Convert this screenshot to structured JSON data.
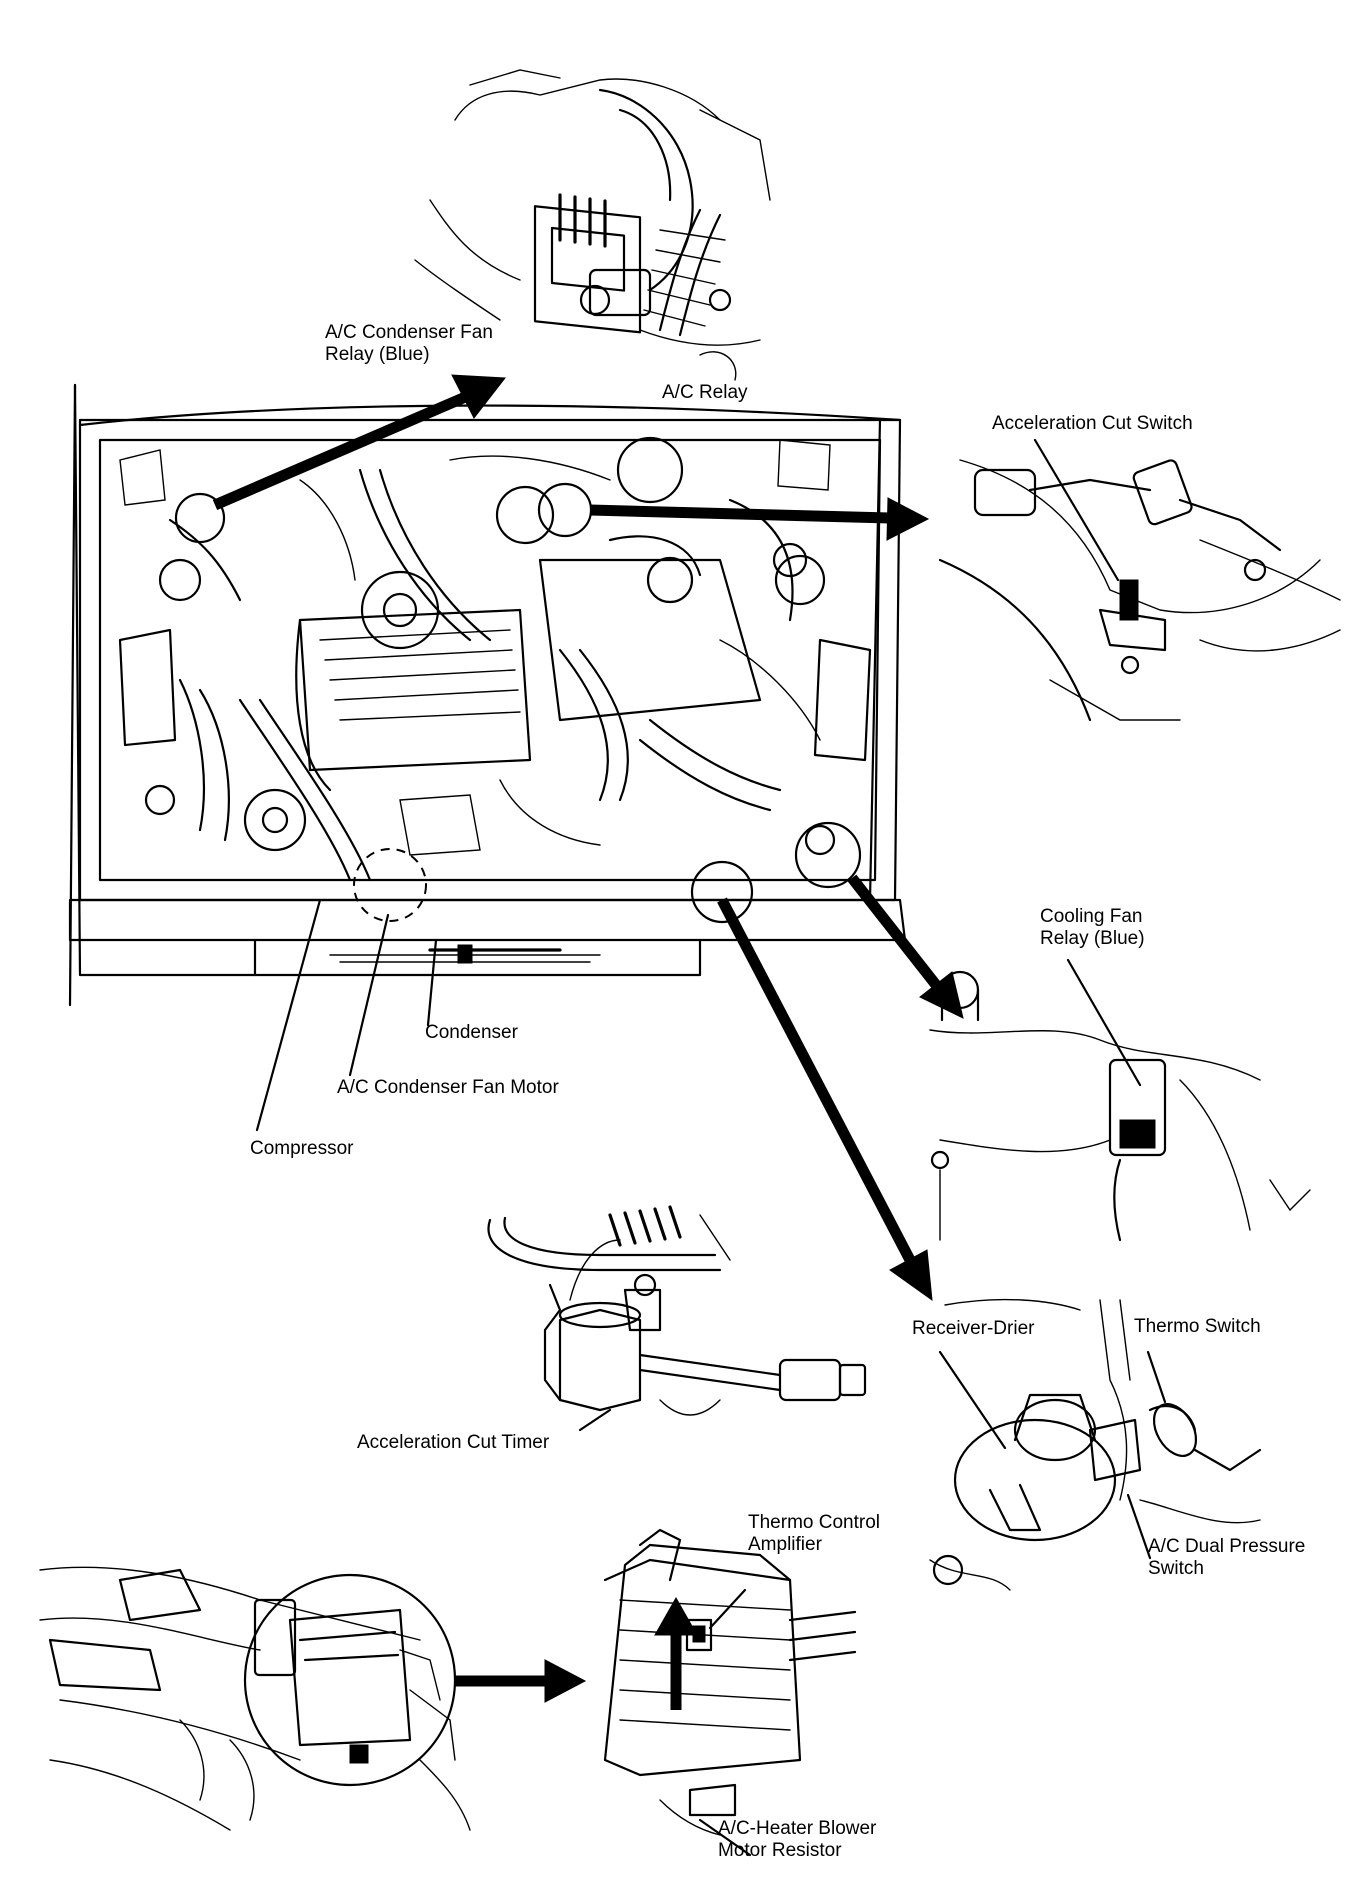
{
  "figure": {
    "labels": {
      "condenser_fan_relay": [
        "A/C Condenser Fan",
        "Relay (Blue)"
      ],
      "ac_relay": "A/C Relay",
      "acceleration_cut_switch": "Acceleration Cut Switch",
      "cooling_fan_relay": [
        "Cooling Fan",
        "Relay (Blue)"
      ],
      "condenser": "Condenser",
      "condenser_fan_motor": "A/C Condenser Fan Motor",
      "compressor": "Compressor",
      "acceleration_cut_timer": "Acceleration Cut Timer",
      "receiver_drier": "Receiver-Drier",
      "thermo_switch": "Thermo Switch",
      "thermo_control_amplifier": [
        "Thermo Control",
        "Amplifier"
      ],
      "dual_pressure_switch": [
        "A/C Dual Pressure",
        "Switch"
      ],
      "blower_motor_resistor": [
        "A/C-Heater Blower",
        "Motor Resistor"
      ]
    },
    "colors": {
      "ink": "#000000",
      "paper": "#ffffff"
    }
  }
}
